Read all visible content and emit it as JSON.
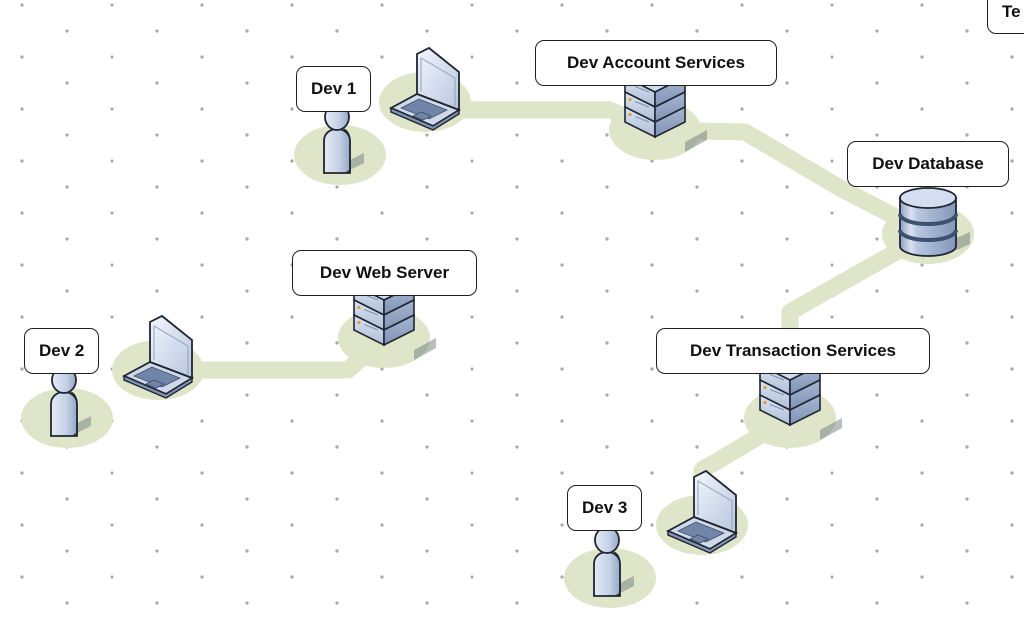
{
  "diagram": {
    "type": "isometric-network-diagram",
    "colors": {
      "background": "#ffffff",
      "grid_dot": "#a9a9a9",
      "connection": "#dfe5c8",
      "node_base": "#dfe5c8",
      "icon_fill": "#c5d2e6",
      "icon_dark": "#4d5f7e",
      "icon_outline": "#1f2530",
      "label_border": "#1f1f1f"
    },
    "labels": {
      "dev1": "Dev 1",
      "dev2": "Dev 2",
      "dev3": "Dev 3",
      "account_services": "Dev Account Services",
      "web_server": "Dev Web Server",
      "database": "Dev Database",
      "transaction_services": "Dev Transaction Services",
      "offscreen_partial": "Te"
    },
    "nodes": [
      {
        "id": "dev1-user",
        "kind": "user",
        "label": "Dev 1"
      },
      {
        "id": "dev1-laptop",
        "kind": "laptop"
      },
      {
        "id": "account-services",
        "kind": "server",
        "label": "Dev Account Services"
      },
      {
        "id": "database",
        "kind": "database",
        "label": "Dev Database"
      },
      {
        "id": "transaction-services",
        "kind": "server",
        "label": "Dev Transaction Services"
      },
      {
        "id": "dev3-laptop",
        "kind": "laptop"
      },
      {
        "id": "dev3-user",
        "kind": "user",
        "label": "Dev 3"
      },
      {
        "id": "dev2-user",
        "kind": "user",
        "label": "Dev 2"
      },
      {
        "id": "dev2-laptop",
        "kind": "laptop"
      },
      {
        "id": "web-server",
        "kind": "server",
        "label": "Dev Web Server"
      }
    ],
    "connections": [
      {
        "from": "dev1-laptop",
        "to": "account-services"
      },
      {
        "from": "account-services",
        "to": "database"
      },
      {
        "from": "database",
        "to": "transaction-services"
      },
      {
        "from": "transaction-services",
        "to": "dev3-laptop"
      },
      {
        "from": "dev2-laptop",
        "to": "web-server"
      }
    ]
  }
}
